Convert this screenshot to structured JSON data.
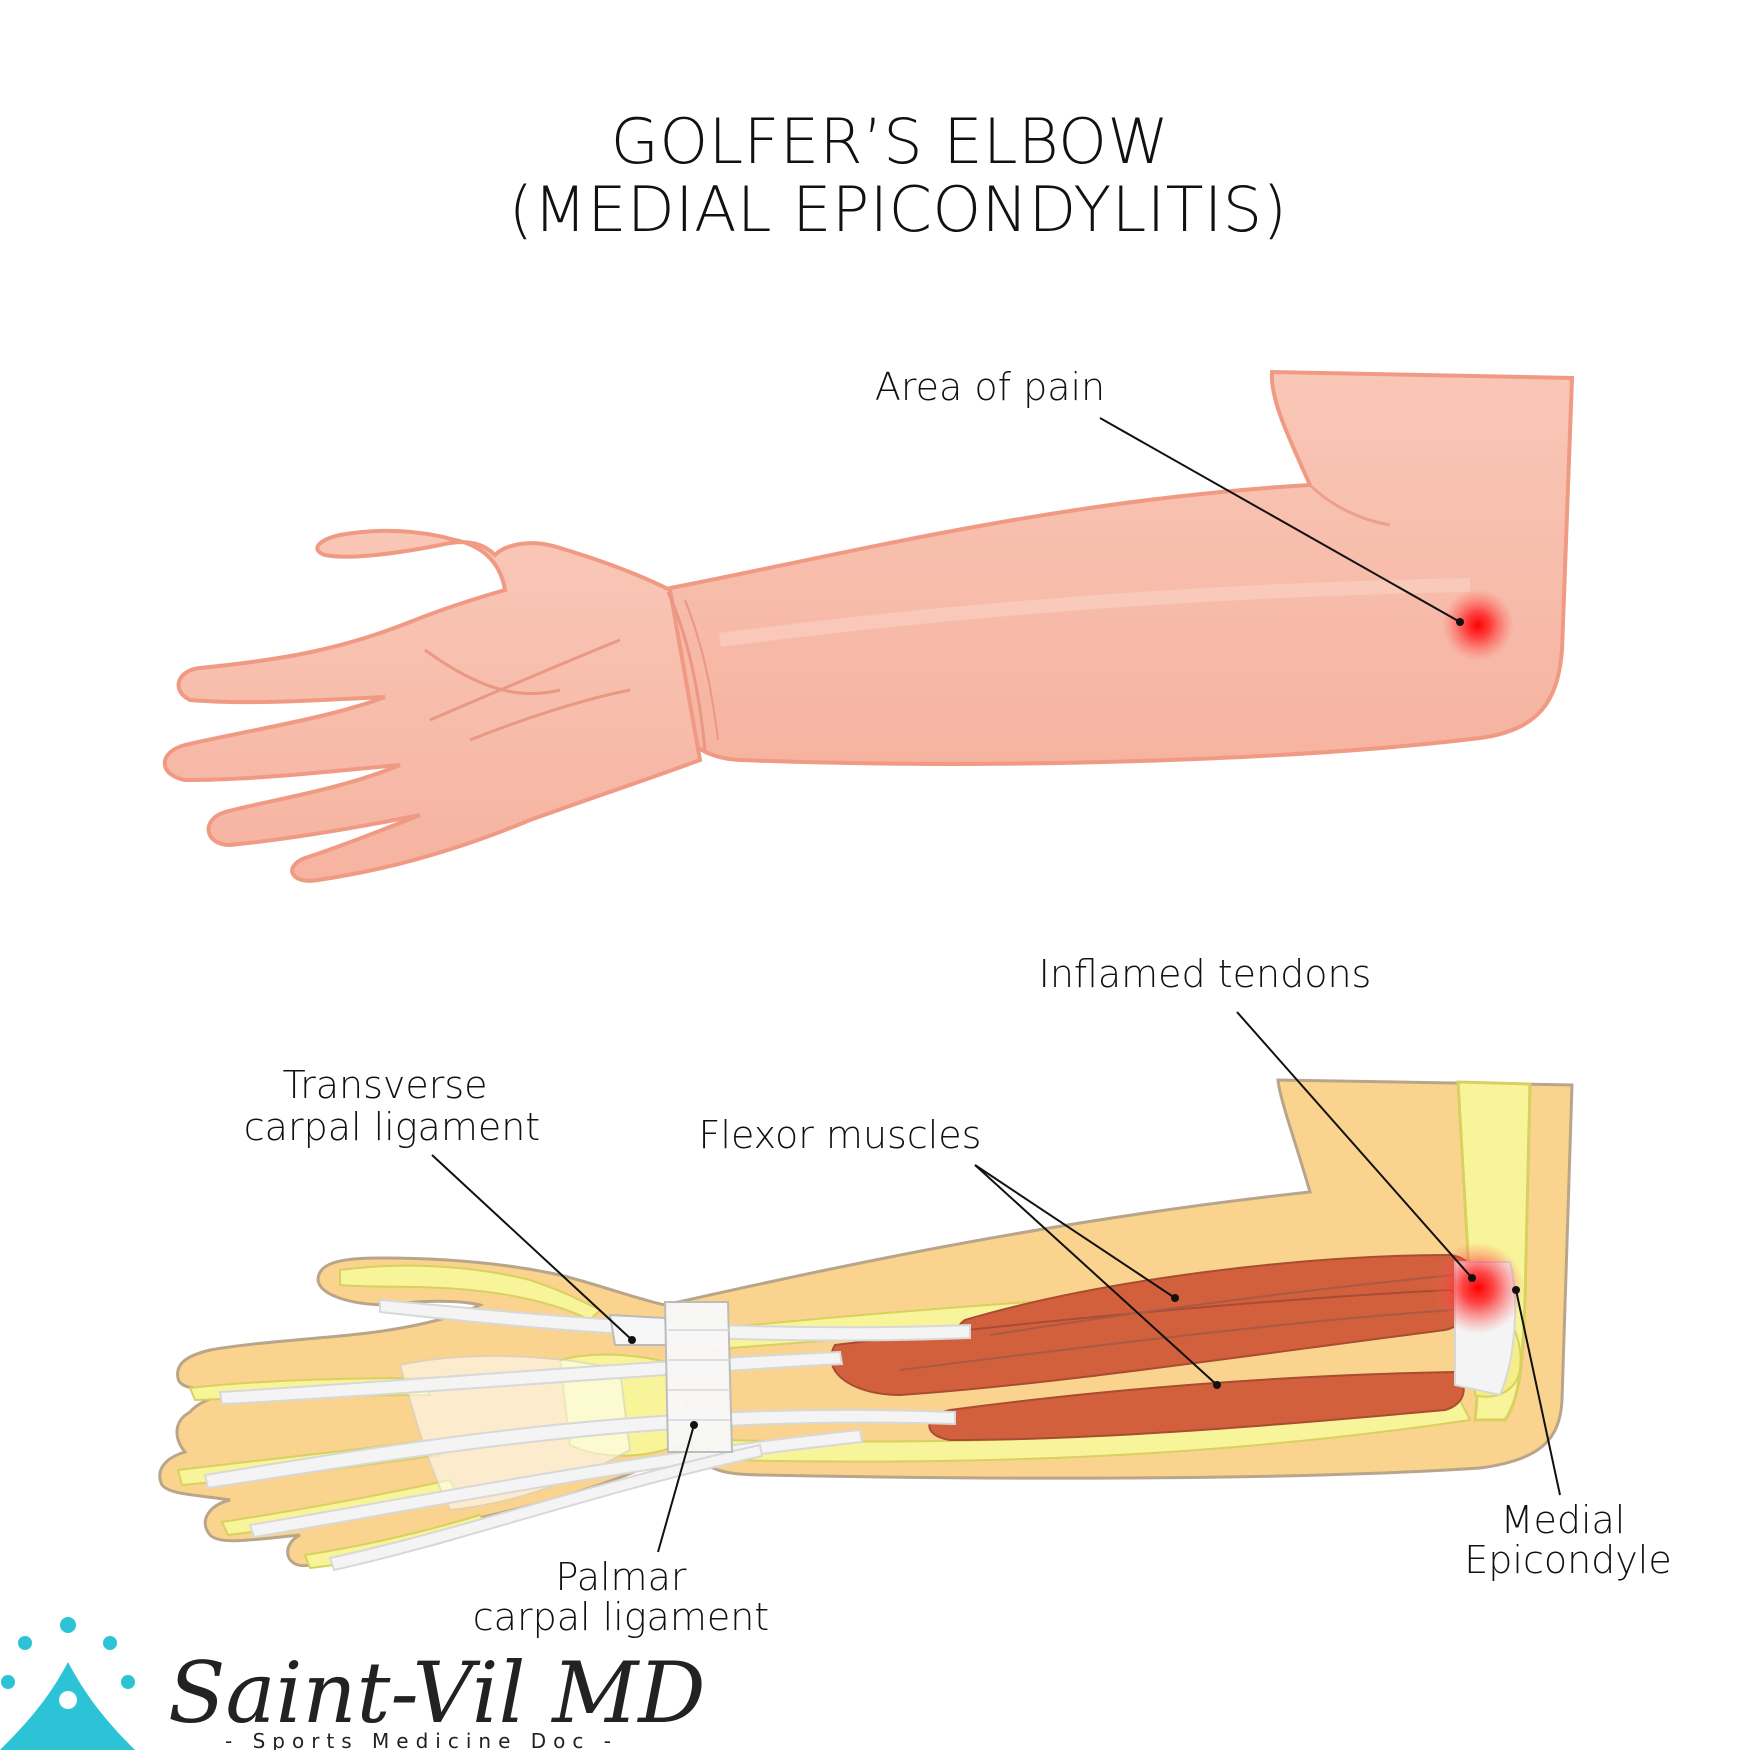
{
  "title": {
    "line1": "GOLFER’S ELBOW",
    "line2": "(MEDIAL EPICONDYLITIS)"
  },
  "surface_view": {
    "labels": {
      "area_of_pain": "Area of pain"
    }
  },
  "anatomy_view": {
    "labels": {
      "inflamed_tendons": "Inflamed tendons",
      "transverse_line1": "Transverse",
      "transverse_line2": "carpal ligament",
      "flexor_muscles": "Flexor muscles",
      "medial_line1": "Medial",
      "medial_line2": "Epicondyle",
      "palmar_line1": "Palmar",
      "palmar_line2": "carpal ligament"
    }
  },
  "logo": {
    "name": "Saint-Vil MD",
    "tagline": "- Sports Medicine Doc -",
    "accent_color": "#2cc3d6"
  },
  "colors": {
    "skin": "#f8bcaa",
    "skin_outline": "#f09a84",
    "pain": "#ff1a1a",
    "tissue": "#fad48e",
    "bone": "#f8f49a",
    "muscle": "#d2603d",
    "tendon": "#f4f4f4"
  }
}
